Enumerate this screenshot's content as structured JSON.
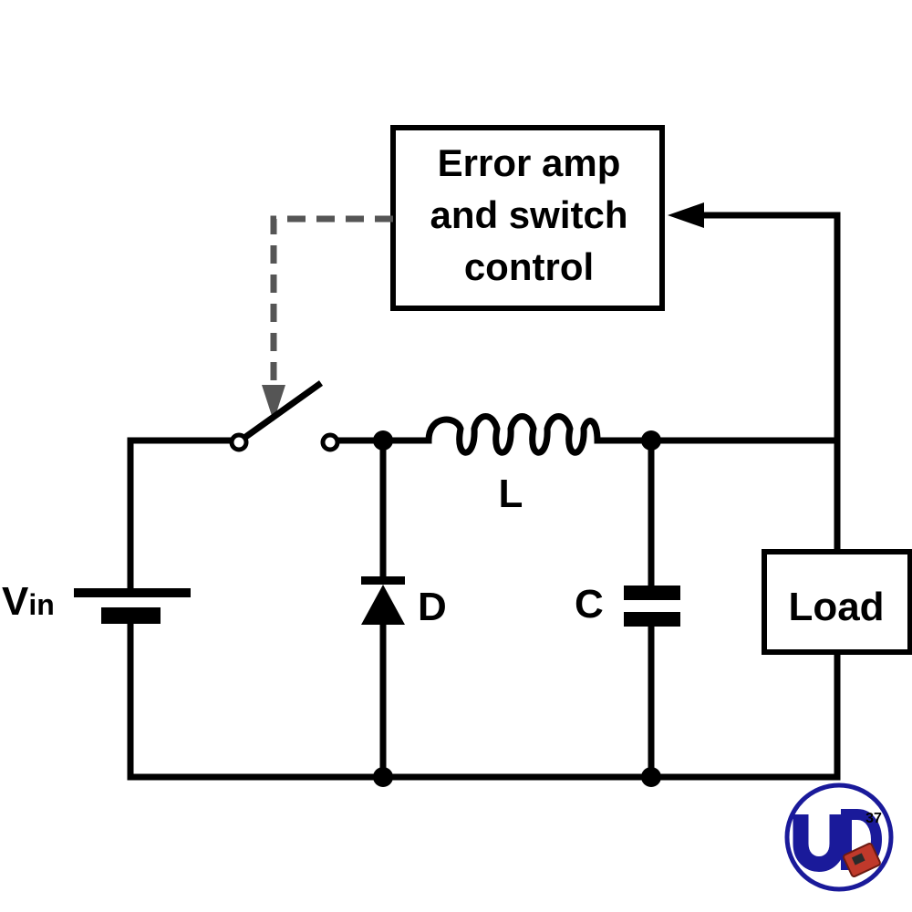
{
  "control_block": {
    "line1": "Error amp",
    "line2": "and switch",
    "line3": "control"
  },
  "components": {
    "inductor": "L",
    "diode": "D",
    "capacitor": "C",
    "load": "Load",
    "source_main": "V",
    "source_sub": "in"
  },
  "logo": {
    "number": "37"
  },
  "colors": {
    "wire": "#000000",
    "control_dashed": "#555555",
    "logo_ring": "#1a1a9a"
  }
}
